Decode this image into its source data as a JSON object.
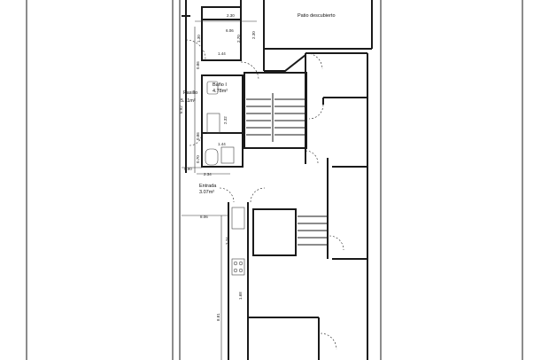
{
  "rooms": {
    "patio": {
      "name": "Patio descubierto"
    },
    "bano": {
      "name": "Baño I",
      "area": "4.78m²"
    },
    "pasillo": {
      "name": "Pasillo",
      "area": "5.11m²"
    },
    "entrada": {
      "name": "Entrada",
      "area": "3.07m²"
    }
  },
  "dimensions": {
    "d_top_width": "2.30",
    "d_area_top": "6.06",
    "d_v_270": "2.70",
    "d_v_130": "1.30",
    "d_v_230": "2.30",
    "d_h_144_top": "1.44",
    "d_v_086_top": "0.86",
    "d_v_692": "6.92",
    "d_v_232": "2.32",
    "d_v_086_mid": "0.86",
    "d_h_144_mid": "1.44",
    "d_v_070": "0.70",
    "d_h_090": "0.90",
    "d_h_234": "2.34",
    "d_h_806": "8.06",
    "d_v_274": "2.74",
    "d_v_168": "1.68",
    "d_v_881": "8.81"
  }
}
